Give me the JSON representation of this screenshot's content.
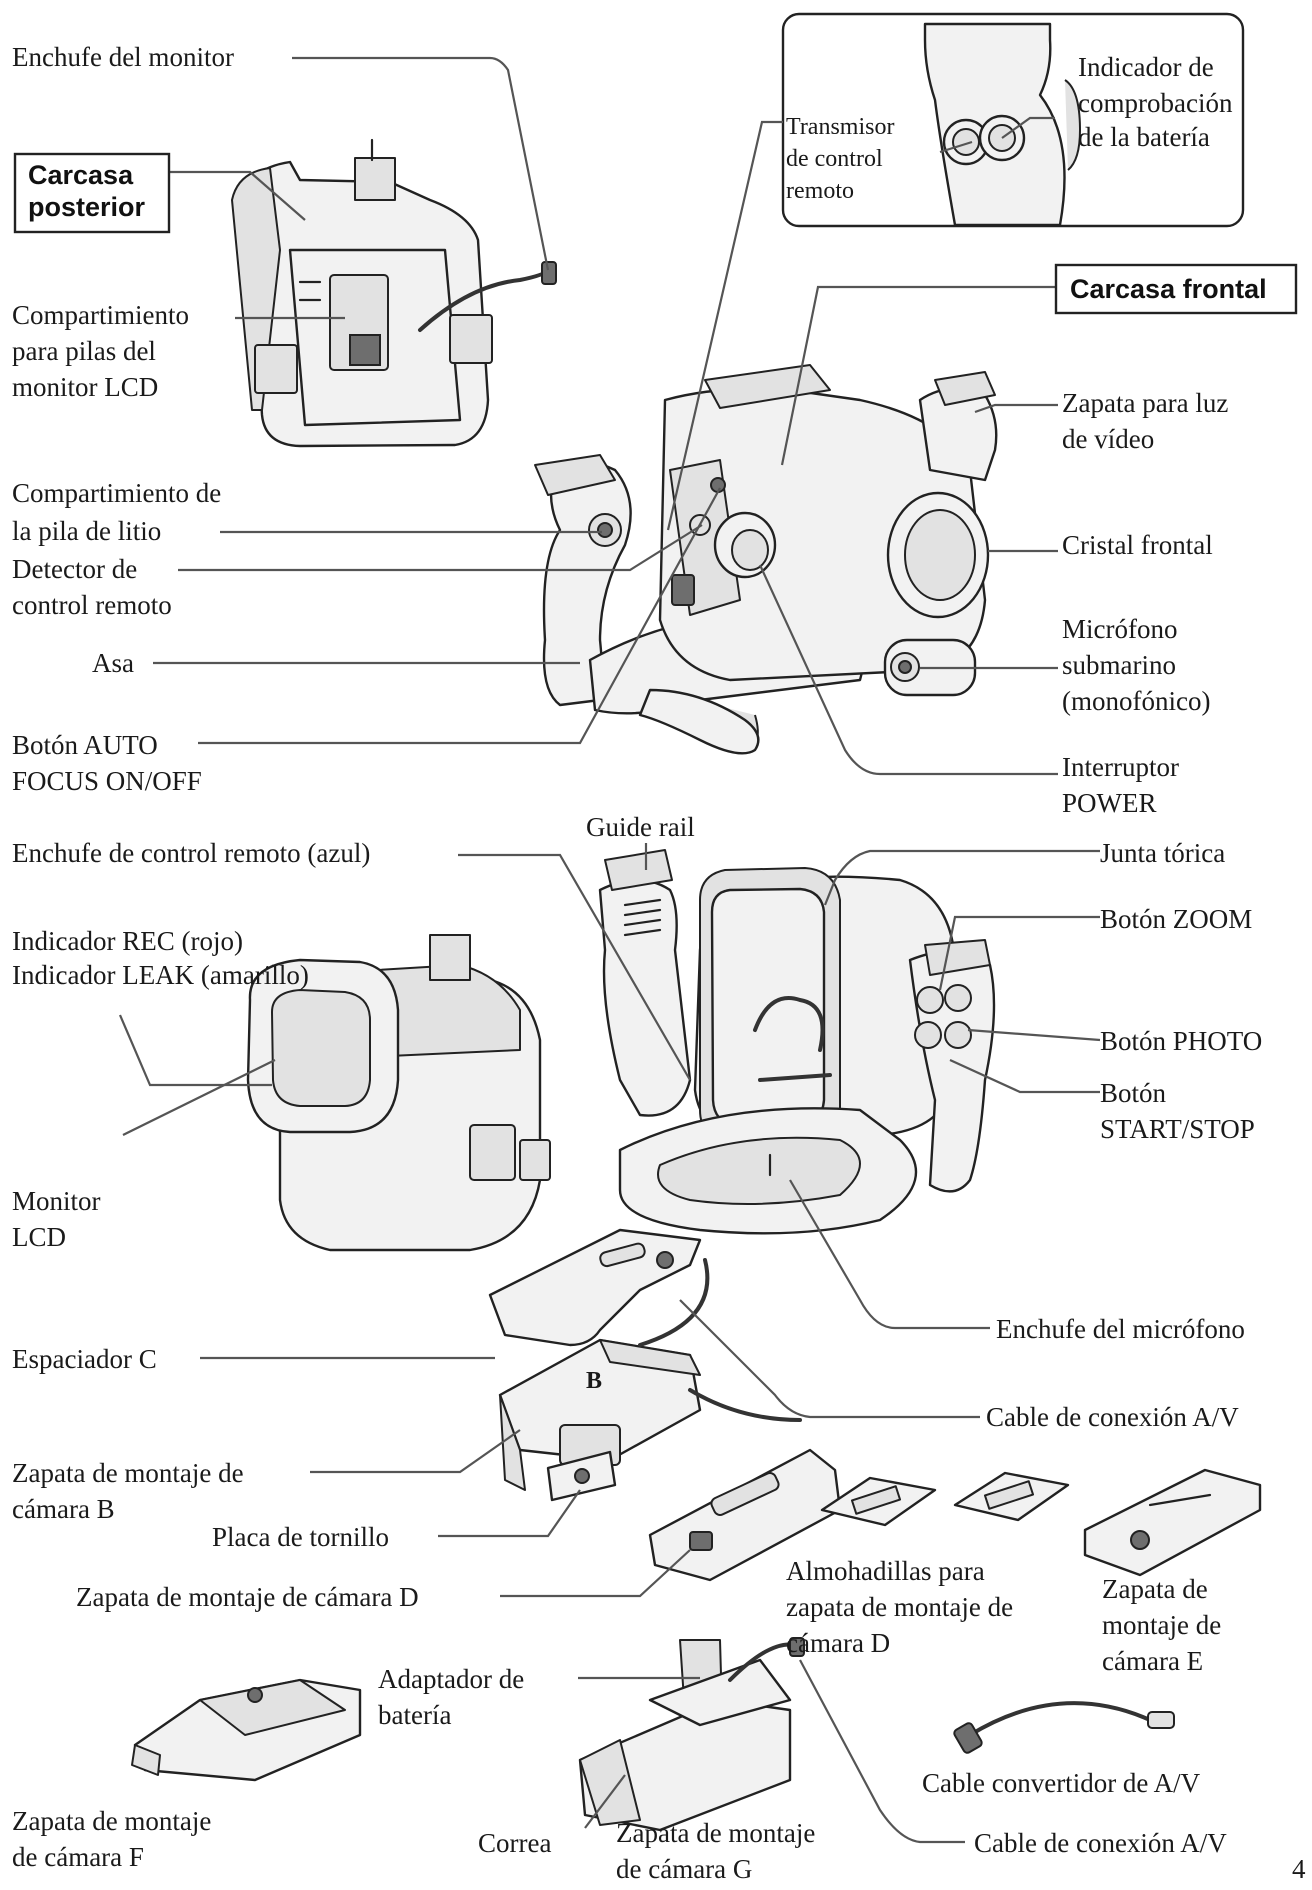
{
  "labels": {
    "enchufe_monitor": "Enchufe del monitor",
    "carcasa_posterior_1": "Carcasa",
    "carcasa_posterior_2": "posterior",
    "compartimiento_pilas_1": "Compartimiento",
    "compartimiento_pilas_2": "para pilas del",
    "compartimiento_pilas_3": "monitor LCD",
    "transmisor_1": "Transmisor",
    "transmisor_2": "de control",
    "transmisor_3": "remoto",
    "indicador_bateria_1": "Indicador de",
    "indicador_bateria_2": "comprobación",
    "indicador_bateria_3": "de la batería",
    "carcasa_frontal": "Carcasa frontal",
    "zapata_luz_1": "Zapata para luz",
    "zapata_luz_2": "de vídeo",
    "pila_litio_1": "Compartimiento de",
    "pila_litio_2": "la pila de litio",
    "detector_1": "Detector de",
    "detector_2": "control remoto",
    "cristal_frontal": "Cristal frontal",
    "microfono_1": "Micrófono",
    "microfono_2": "submarino",
    "microfono_3": "(monofónico)",
    "asa": "Asa",
    "autofocus_1": "Botón AUTO",
    "autofocus_2": "FOCUS ON/OFF",
    "power_1": "Interruptor",
    "power_2": "POWER",
    "guide_rail": "Guide rail",
    "enchufe_control": "Enchufe de control remoto (azul)",
    "junta_torica": "Junta tórica",
    "indicador_rec": "Indicador REC (rojo)",
    "indicador_leak": "Indicador LEAK (amarillo)",
    "boton_zoom": "Botón ZOOM",
    "boton_photo": "Botón PHOTO",
    "start_stop_1": "Botón",
    "start_stop_2": "START/STOP",
    "monitor_lcd_1": "Monitor",
    "monitor_lcd_2": "LCD",
    "enchufe_microfono": "Enchufe del micrófono",
    "espaciador_c": "Espaciador C",
    "cable_av_1": "Cable de conexión A/V",
    "zapata_b_1": "Zapata de montaje de",
    "zapata_b_2": "cámara B",
    "placa_tornillo": "Placa de tornillo",
    "zapata_d": "Zapata de montaje de cámara D",
    "almohadillas_1": "Almohadillas para",
    "almohadillas_2": "zapata de montaje de",
    "almohadillas_3": "cámara D",
    "zapata_e_1": "Zapata de",
    "zapata_e_2": "montaje de",
    "zapata_e_3": "cámara E",
    "adaptador_1": "Adaptador de",
    "adaptador_2": "batería",
    "cable_convertidor": "Cable convertidor de A/V",
    "zapata_f_1": "Zapata de montaje",
    "zapata_f_2": "de cámara F",
    "correa": "Correa",
    "zapata_g_1": "Zapata de montaje",
    "zapata_g_2": "de cámara G",
    "cable_av_2": "Cable de conexión A/V",
    "page_number": "4"
  }
}
